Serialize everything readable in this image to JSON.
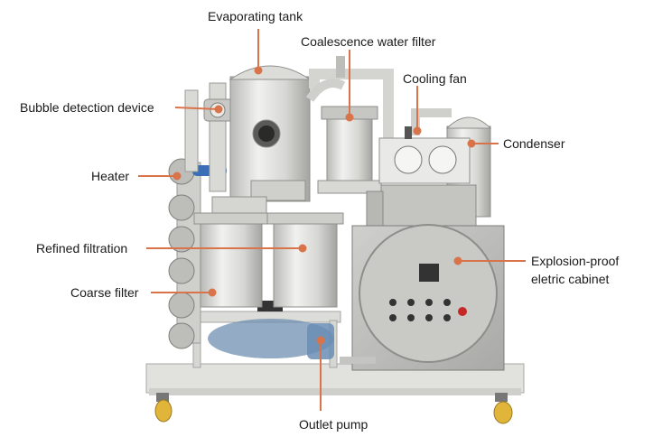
{
  "diagram": {
    "colors": {
      "leader": "#d9744a",
      "metal_light": "#e6e6e4",
      "metal_mid": "#c9c9c6",
      "metal_dark": "#9c9c99",
      "frame": "#dcdcd9",
      "cabinet": "#bfbfbd",
      "blue_pipe": "#3a6fb7",
      "wheel": "#e0b53a"
    },
    "labels": {
      "evaporating_tank": "Evaporating tank",
      "coalescence_water_filter": "Coalescence water filter",
      "cooling_fan": "Cooling fan",
      "bubble_detection_device": "Bubble detection device",
      "condenser": "Condenser",
      "heater": "Heater",
      "refined_filtration": "Refined filtration",
      "coarse_filter": "Coarse filter",
      "explosion_proof_line1": "Explosion-proof",
      "explosion_proof_line2": "eletric cabinet",
      "outlet_pump": "Outlet pump"
    }
  }
}
